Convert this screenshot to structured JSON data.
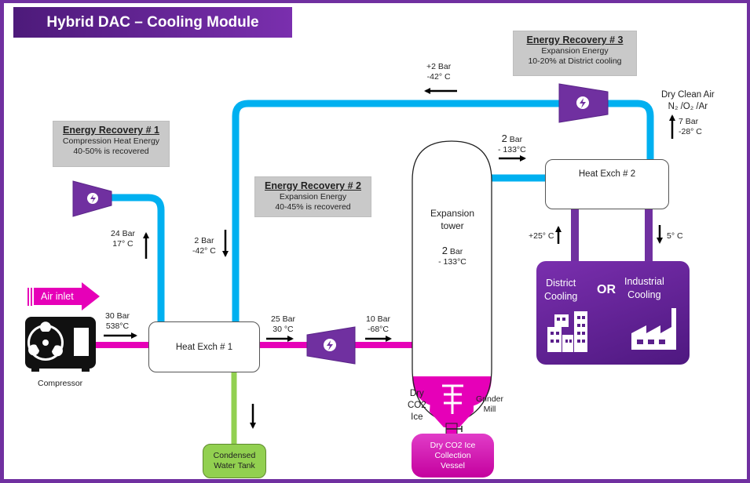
{
  "title": "Hybrid DAC – Cooling Module",
  "colors": {
    "accent_purple": "#7030A0",
    "cold_pipe": "#00B0F0",
    "hot_pipe": "#E600B8",
    "water_pipe": "#92D050",
    "recovery_box": "#C9C9C9"
  },
  "energy_recovery": [
    {
      "heading": "Energy Recovery #  1",
      "line1": "Compression Heat Energy",
      "line2": "40-50% is recovered"
    },
    {
      "heading": "Energy Recovery #  2",
      "line1": "Expansion Energy",
      "line2": "40-45% is recovered"
    },
    {
      "heading": "Energy Recovery #  3",
      "line1": "Expansion Energy",
      "line2": "10-20% at District cooling"
    }
  ],
  "components": {
    "air_inlet": "Air inlet",
    "compressor": "Compressor",
    "heat_exch_1": "Heat Exch # 1",
    "heat_exch_2": "Heat Exch # 2",
    "expansion_tower": {
      "line1": "Expansion",
      "line2": "tower",
      "pressure_value": "2",
      "pressure_unit": "Bar",
      "temp": "- 133°C"
    },
    "condensed_water_tank": {
      "line1": "Condensed",
      "line2": "Water Tank"
    },
    "dry_co2_ice": {
      "line1": "Dry",
      "line2": "CO2",
      "line3": "Ice"
    },
    "grinder_mill": {
      "line1": "Grinder",
      "line2": "Mill"
    },
    "collection_vessel": {
      "line1": "Dry CO2 Ice",
      "line2": "Collection",
      "line3": "Vessel"
    },
    "district_cooling": {
      "line1": "District",
      "line2": "Cooling"
    },
    "or_label": "OR",
    "industrial_cooling": {
      "line1": "Industrial",
      "line2": "Cooling"
    }
  },
  "flow_labels": {
    "compressor_out": {
      "pressure": "30 Bar",
      "temp": "538°C"
    },
    "er1_riser": {
      "pressure": "24 Bar",
      "temp": "17° C"
    },
    "return_down": {
      "pressure": "2 Bar",
      "temp": "-42° C"
    },
    "hx1_out": {
      "pressure": "25 Bar",
      "temp": "30 °C"
    },
    "turbine_out": {
      "pressure": "10 Bar",
      "temp": "-68°C"
    },
    "top_return": {
      "pressure": "+2 Bar",
      "temp": "-42° C"
    },
    "tower_out": {
      "pressure_value": "2",
      "pressure_unit": "Bar",
      "temp": "- 133°C"
    },
    "dry_clean_air": {
      "line1": "Dry Clean Air",
      "line2": "N₂ /O₂ /Ar",
      "pressure": "7 Bar",
      "temp": "-28° C"
    },
    "cooling_supply": "+25° C",
    "cooling_return": "5° C"
  }
}
